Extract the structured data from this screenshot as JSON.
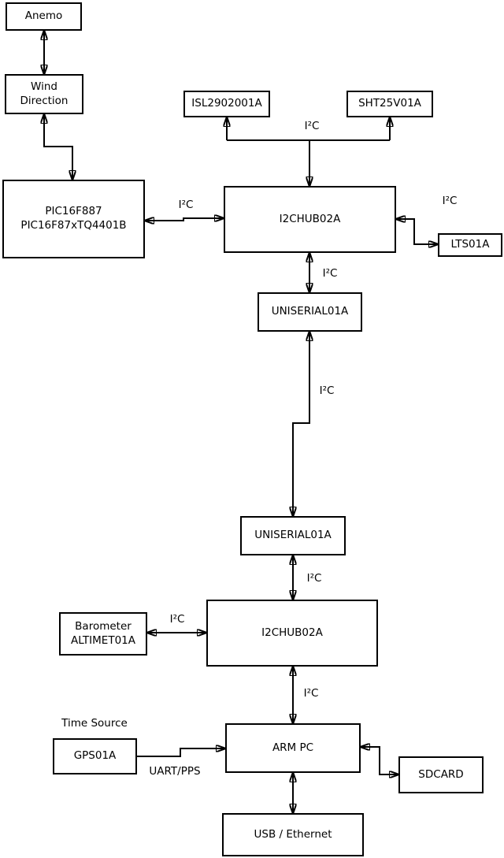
{
  "diagram": {
    "background_color": "#ffffff",
    "line_color": "#000000",
    "nodes": {
      "anemo": {
        "label": "Anemo"
      },
      "wind": {
        "line1": "Wind",
        "line2": "Direction"
      },
      "pic": {
        "line1": "PIC16F887",
        "line2": "PIC16F87xTQ4401B"
      },
      "isl": {
        "label": "ISL2902001A"
      },
      "sht": {
        "label": "SHT25V01A"
      },
      "hub1": {
        "label": "I2CHUB02A"
      },
      "lts": {
        "label": "LTS01A"
      },
      "uniserial1": {
        "label": "UNISERIAL01A"
      },
      "uniserial2": {
        "label": "UNISERIAL01A"
      },
      "hub2": {
        "label": "I2CHUB02A"
      },
      "barometer": {
        "line1": "Barometer",
        "line2": "ALTIMET01A"
      },
      "gps": {
        "label": "GPS01A"
      },
      "armpc": {
        "label": "ARM PC"
      },
      "sdcard": {
        "label": "SDCARD"
      },
      "usb": {
        "label": "USB / Ethernet"
      }
    },
    "labels": {
      "i2c": "I²C",
      "uart_pps": "UART/PPS",
      "time_source": "Time Source"
    }
  }
}
